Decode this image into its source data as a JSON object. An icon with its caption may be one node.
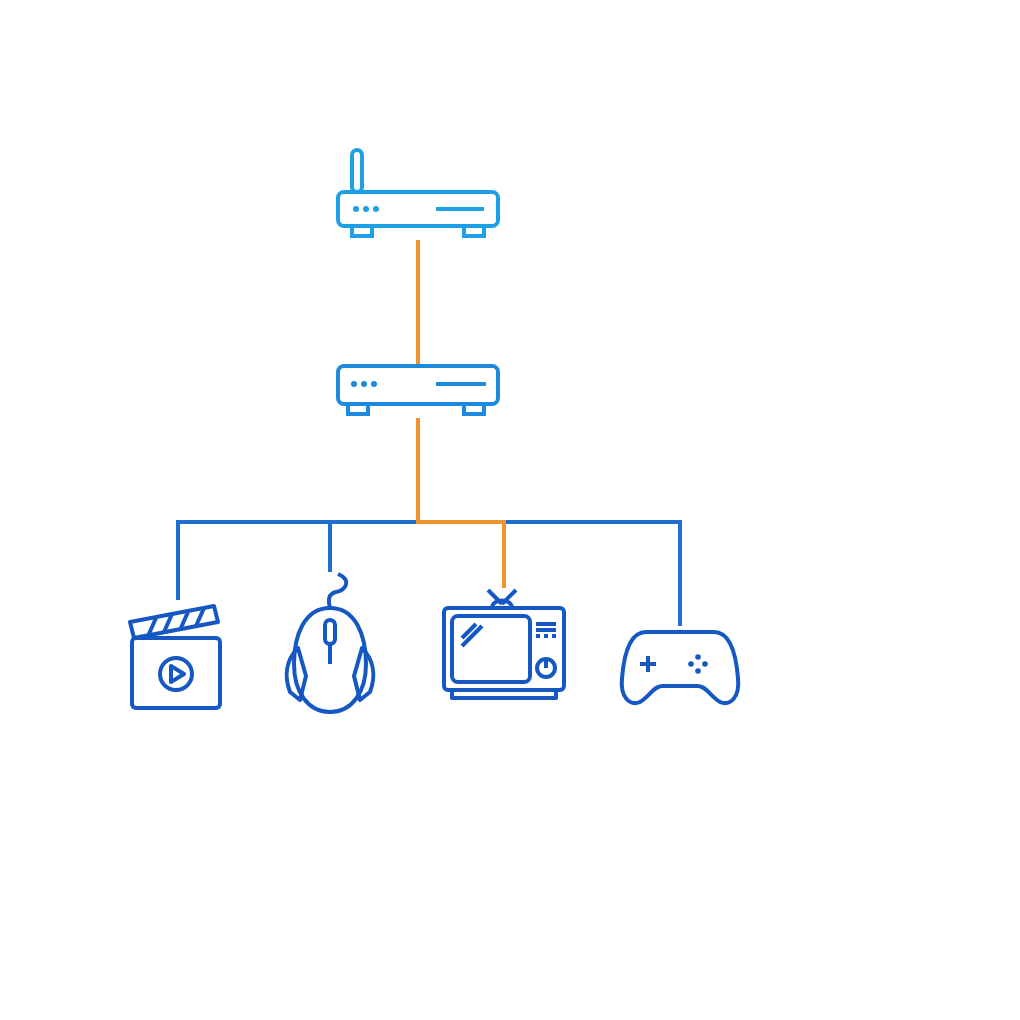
{
  "diagram": {
    "nodes": [
      {
        "text": [],
        "shape": "picture"
      },
      {
        "text": [],
        "shape": "picture"
      },
      {
        "text": [],
        "shape": "picture"
      },
      {
        "text": [],
        "shape": "picture"
      },
      {
        "text": [],
        "shape": "picture"
      },
      {
        "text": [],
        "shape": "picture"
      }
    ],
    "edges": [
      {
        "from": 0,
        "to": 1,
        "arrow": "none",
        "color": "#f0952d"
      },
      {
        "from": 1,
        "to": 2,
        "arrow": "none"
      },
      {
        "from": 1,
        "to": 3,
        "arrow": "none"
      },
      {
        "from": 1,
        "to": 5,
        "arrow": "none"
      },
      {
        "from": 1,
        "to": 4,
        "arrow": "none",
        "color": "#f0952d"
      }
    ]
  }
}
